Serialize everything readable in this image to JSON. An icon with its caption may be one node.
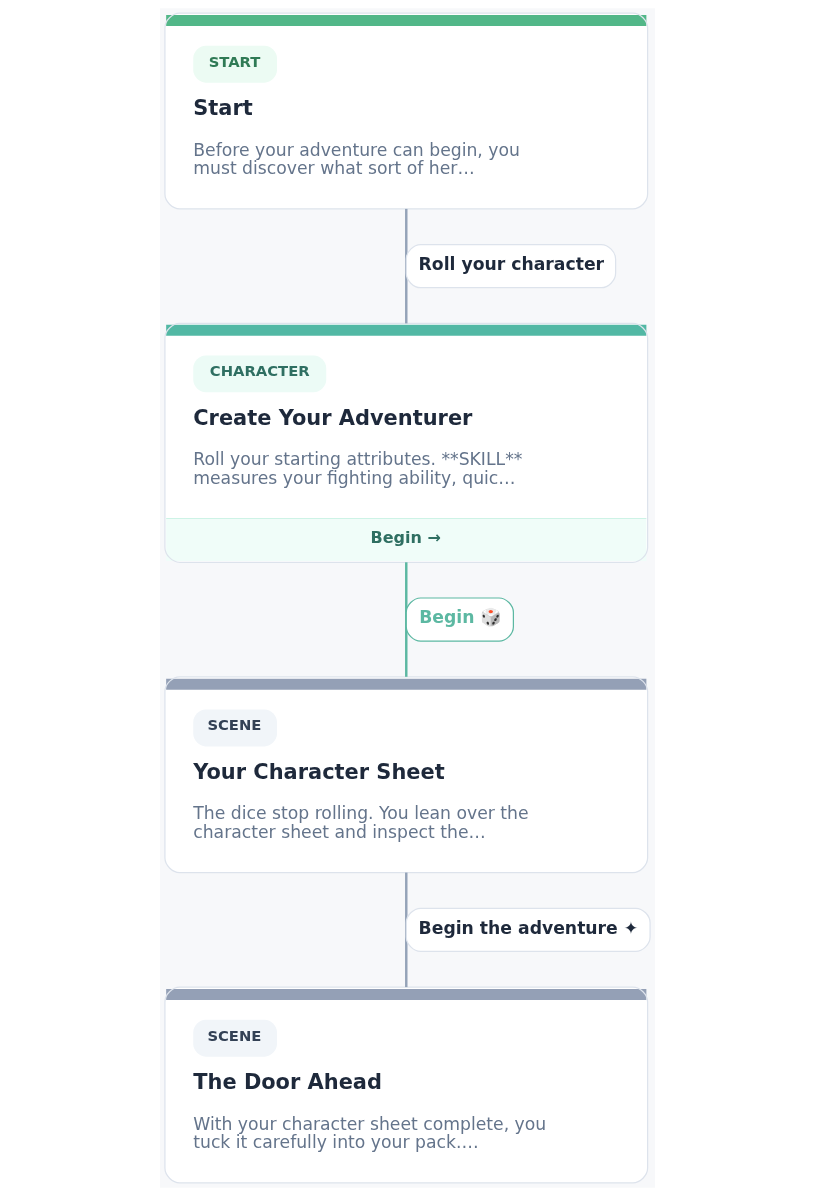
{
  "diagram": {
    "nodes": [
      {
        "text": [
          "START",
          "Start",
          "Before your adventure can begin, you must discover what sort of her…"
        ]
      },
      {
        "text": [
          "CHARACTER",
          "Create Your Adventurer",
          "Roll your starting attributes. **SKILL** measures your fighting ability, quic…",
          "Begin →"
        ]
      },
      {
        "text": [
          "SCENE",
          "Your Character Sheet",
          "The dice stop rolling. You lean over the character sheet and inspect the…"
        ]
      },
      {
        "text": [
          "SCENE",
          "The Door Ahead",
          "With your character sheet complete, you tuck it carefully into your pack.…"
        ]
      }
    ],
    "edges": [
      {
        "from": 0,
        "to": 1,
        "arrow": "none",
        "label": "Roll your character"
      },
      {
        "from": 1,
        "to": 2,
        "arrow": "none",
        "label": "Begin 🎲",
        "color": "#5cb8a2"
      },
      {
        "from": 2,
        "to": 3,
        "arrow": "none",
        "label": "Begin the adventure ✦"
      }
    ]
  }
}
